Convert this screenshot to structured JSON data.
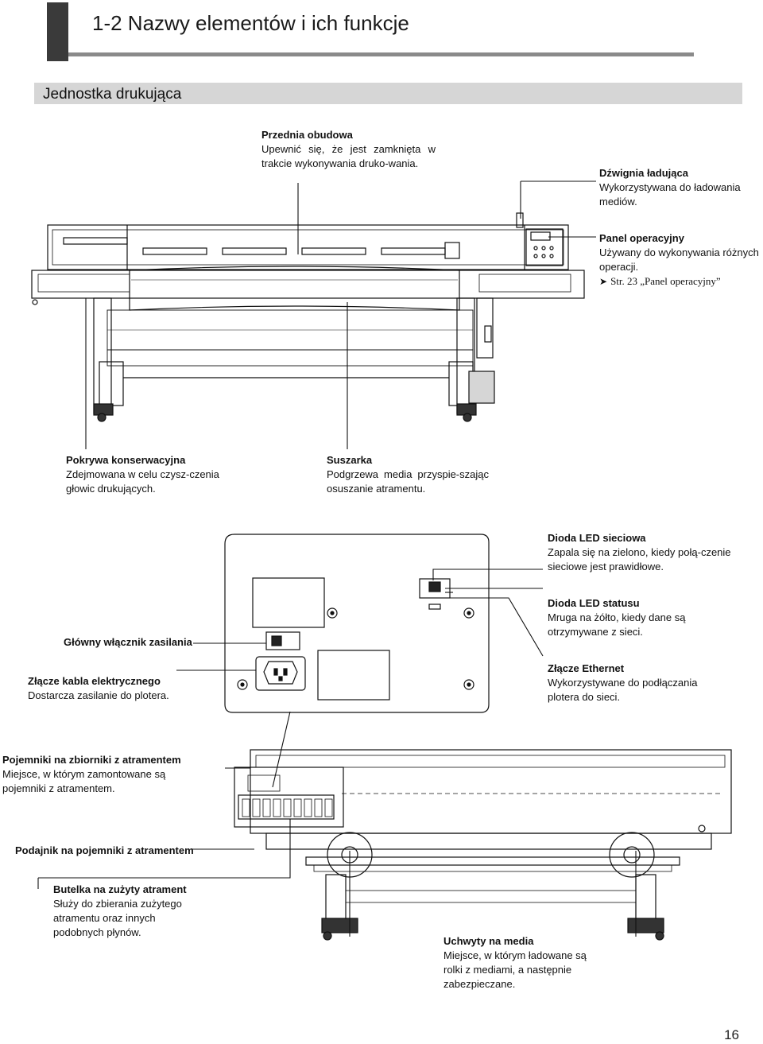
{
  "header": {
    "title": "1-2 Nazwy elementów i ich funkcje"
  },
  "section": {
    "title": "Jednostka drukująca"
  },
  "labels": {
    "front_cover": {
      "title": "Przednia obudowa",
      "desc": "Upewnić się, że jest zamknięta w trakcie wykonywania druko-wania."
    },
    "loading_lever": {
      "title": "Dźwignia ładująca",
      "desc": "Wykorzystywana do ładowania mediów."
    },
    "operation_panel": {
      "title": "Panel operacyjny",
      "desc": "Używany do wykonywania różnych operacji.",
      "ref": "Str. 23 „Panel operacyjny”"
    },
    "maintenance_cover": {
      "title": "Pokrywa konserwacyjna",
      "desc": "Zdejmowana w celu czysz-czenia głowic drukujących."
    },
    "dryer": {
      "title": "Suszarka",
      "desc": "Podgrzewa media przyspie-szając osuszanie atramentu."
    },
    "network_led": {
      "title": "Dioda LED sieciowa",
      "desc": "Zapala się na zielono, kiedy połą-czenie sieciowe jest prawidłowe."
    },
    "status_led": {
      "title": "Dioda LED statusu",
      "desc": "Mruga na żółto, kiedy dane są otrzymywane z sieci."
    },
    "power_switch": {
      "title": "Główny włącznik zasilania"
    },
    "power_connector": {
      "title": "Złącze kabla elektrycznego",
      "desc": "Dostarcza zasilanie do plotera."
    },
    "ethernet": {
      "title": "Złącze Ethernet",
      "desc": "Wykorzystywane do podłączania plotera do sieci."
    },
    "ink_containers": {
      "title": "Pojemniki na zbiorniki z atramentem",
      "desc": "Miejsce, w którym zamontowane są pojemniki z atramentem."
    },
    "ink_feeder": {
      "title": "Podajnik na pojemniki z atramentem"
    },
    "waste_bottle": {
      "title": "Butelka na zużyty atrament",
      "desc": "Służy do zbierania zużytego atramentu oraz innych podobnych płynów."
    },
    "media_holders": {
      "title": "Uchwyty na media",
      "desc": "Miejsce, w którym ładowane są rolki z mediami, a następnie zabezpieczane."
    }
  },
  "page_number": "16"
}
